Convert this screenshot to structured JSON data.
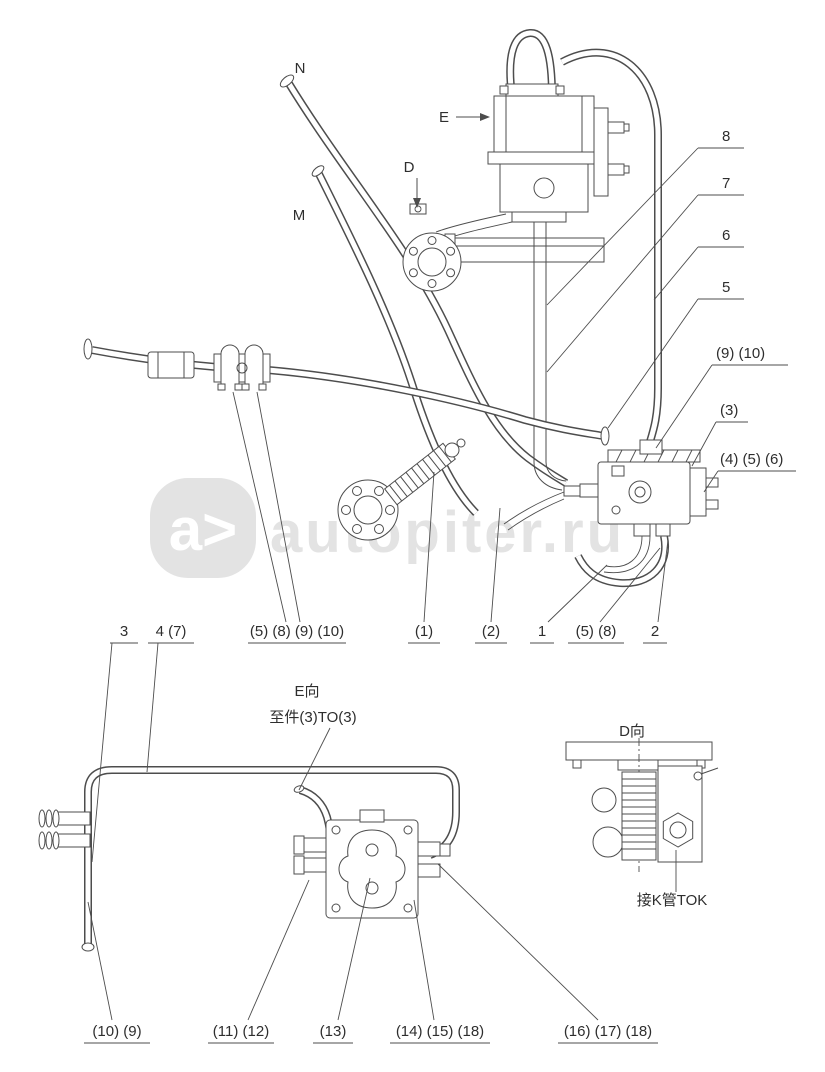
{
  "colors": {
    "line": "#4d4d4d",
    "watermark": "#e3e3e3"
  },
  "watermark": {
    "logo_text": "a>",
    "site_text": "autopiter.ru"
  },
  "top_view": {
    "direction_labels": {
      "n": "N",
      "e": "E",
      "d": "D",
      "m": "M"
    },
    "right_callouts": [
      {
        "label": "8"
      },
      {
        "label": "7"
      },
      {
        "label": "6"
      },
      {
        "label": "5"
      },
      {
        "label": "(9) (10)"
      },
      {
        "label": "(3)"
      },
      {
        "label": "(4) (5) (6)"
      }
    ],
    "bottom_callouts": [
      {
        "label": "3"
      },
      {
        "label": "4 (7)"
      },
      {
        "label": "(5) (8) (9) (10)"
      },
      {
        "label": "(1)"
      },
      {
        "label": "(2)"
      },
      {
        "label": "1"
      },
      {
        "label": "(5) (8)"
      },
      {
        "label": "2"
      }
    ]
  },
  "detail_view": {
    "e_view_label": "E向",
    "e_view_note": "至件(3)TO(3)",
    "d_view_label": "D向",
    "k_pipe_note": "接K管TOK",
    "bottom_callouts": [
      {
        "label": "(10) (9)"
      },
      {
        "label": "(11) (12)"
      },
      {
        "label": "(13)"
      },
      {
        "label": "(14) (15) (18)"
      },
      {
        "label": "(16) (17) (18)"
      }
    ]
  }
}
